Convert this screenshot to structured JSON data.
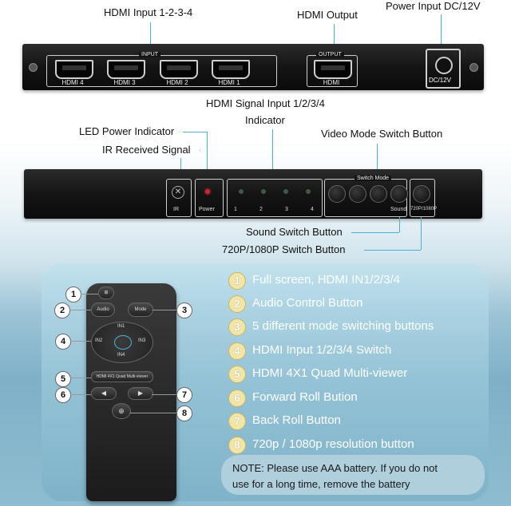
{
  "callouts": {
    "hdmi_input": "HDMI Input 1-2-3-4",
    "hdmi_output": "HDMI Output",
    "power_input": "Power Input DC/12V",
    "hdmi_signal_input": "HDMI Signal Input 1/2/3/4",
    "indicator": "Indicator",
    "led_power": "LED Power Indicator",
    "ir_received": "IR Received Signal",
    "video_mode": "Video Mode Switch Button",
    "sound_switch": "Sound Switch Button",
    "res_switch": "720P/1080P Switch Button"
  },
  "rear_panel": {
    "input_group": "INPUT",
    "output_group": "OUTPUT",
    "ports": [
      "HDMI 4",
      "HDMI 3",
      "HDMI 2",
      "HDMI 1"
    ],
    "output_port": "HDMI",
    "dc_label": "DC/12V"
  },
  "front_panel": {
    "ir": "IR",
    "power": "Power",
    "leds": [
      "1",
      "2",
      "3",
      "4"
    ],
    "switch_mode": "Switch Mode",
    "sound": "Sound",
    "res": "720P/1080P"
  },
  "remote": {
    "audio": "Audio",
    "mode": "Mode",
    "in1": "IN1",
    "in2": "IN2",
    "in3": "IN3",
    "in4": "IN4",
    "banner": "HDMI 4X1 Quad Multi-viewer",
    "markers": [
      "1",
      "2",
      "3",
      "4",
      "5",
      "6",
      "7",
      "8"
    ]
  },
  "features": [
    {
      "num": "1",
      "text": "Full screen, HDMI IN1/2/3/4"
    },
    {
      "num": "2",
      "text": "Audio Control Button"
    },
    {
      "num": "3",
      "text": "5 different mode switching buttons"
    },
    {
      "num": "4",
      "text": "HDMI Input 1/2/3/4 Switch"
    },
    {
      "num": "5",
      "text": "HDMI 4X1 Quad Multi-viewer"
    },
    {
      "num": "6",
      "text": "Forward Roll Bution"
    },
    {
      "num": "7",
      "text": "Back Roll Button"
    },
    {
      "num": "8",
      "text": "720p / 1080p resolution button"
    }
  ],
  "note": {
    "line1": "NOTE: Please use AAA battery. If you do not",
    "line2": "use for a long time, remove the battery"
  },
  "colors": {
    "leader": "#4ab0d8",
    "feature_number": "#f1e6a8"
  }
}
